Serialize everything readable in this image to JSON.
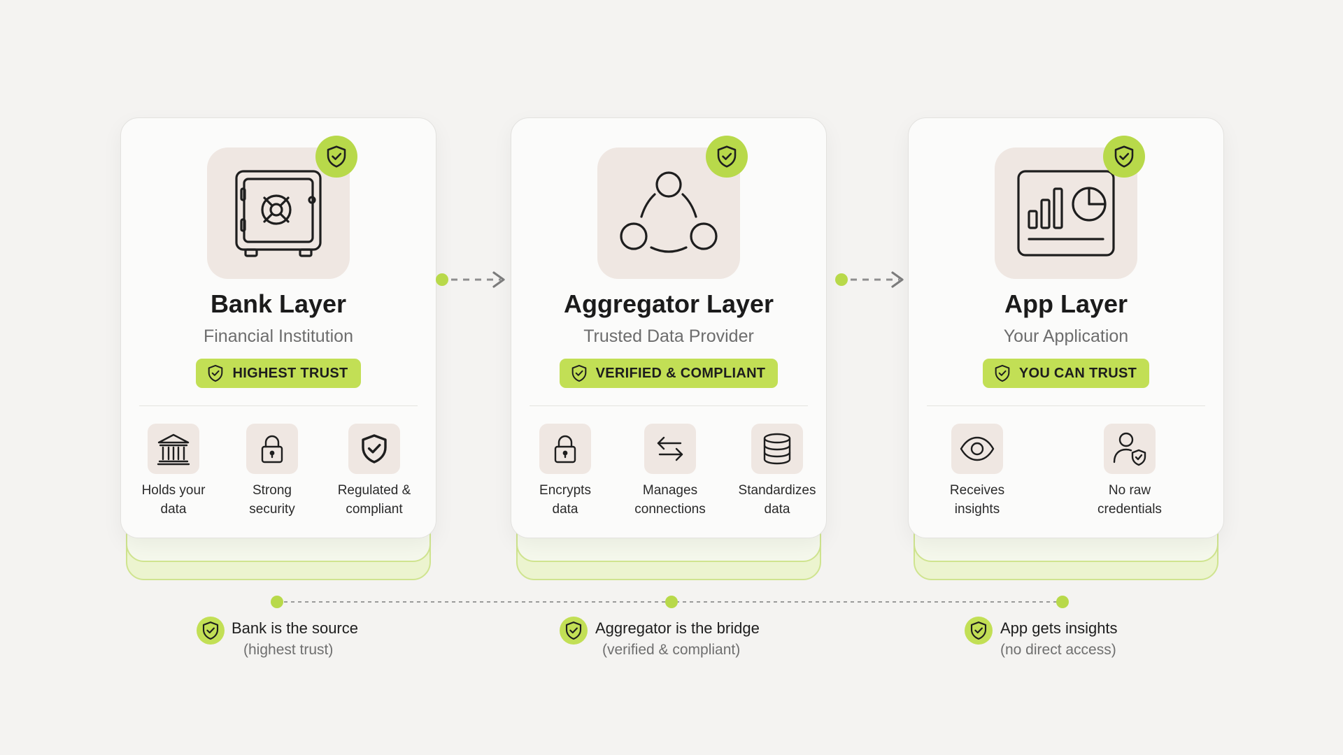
{
  "layers": [
    {
      "title": "Bank Layer",
      "subtitle": "Financial Institution",
      "badge": "HIGHEST TRUST",
      "hero_icon": "safe-icon",
      "features": [
        {
          "icon": "bank-building-icon",
          "label": "Holds your\ndata"
        },
        {
          "icon": "padlock-icon",
          "label": "Strong\nsecurity"
        },
        {
          "icon": "shield-check-icon",
          "label": "Regulated &\ncompliant"
        }
      ]
    },
    {
      "title": "Aggregator Layer",
      "subtitle": "Trusted Data Provider",
      "badge": "VERIFIED & COMPLIANT",
      "hero_icon": "network-nodes-icon",
      "features": [
        {
          "icon": "padlock-icon",
          "label": "Encrypts\ndata"
        },
        {
          "icon": "arrows-exchange-icon",
          "label": "Manages\nconnections"
        },
        {
          "icon": "database-icon",
          "label": "Standardizes\ndata"
        }
      ]
    },
    {
      "title": "App Layer",
      "subtitle": "Your Application",
      "badge": "YOU CAN TRUST",
      "hero_icon": "dashboard-chart-icon",
      "features": [
        {
          "icon": "eye-icon",
          "label": "Receives\ninsights"
        },
        {
          "icon": "user-shield-icon",
          "label": "No raw\ncredentials"
        }
      ]
    }
  ],
  "summary": [
    {
      "main": "Bank is the source",
      "sub": "(highest trust)"
    },
    {
      "main": "Aggregator is the bridge",
      "sub": "(verified & compliant)"
    },
    {
      "main": "App gets insights",
      "sub": "(no direct access)"
    }
  ],
  "colors": {
    "accent": "#c2df55",
    "accent_dark": "#b8d94a",
    "icon_tile": "#efe7e2",
    "background": "#f4f3f1",
    "card": "#fbfbfa"
  }
}
